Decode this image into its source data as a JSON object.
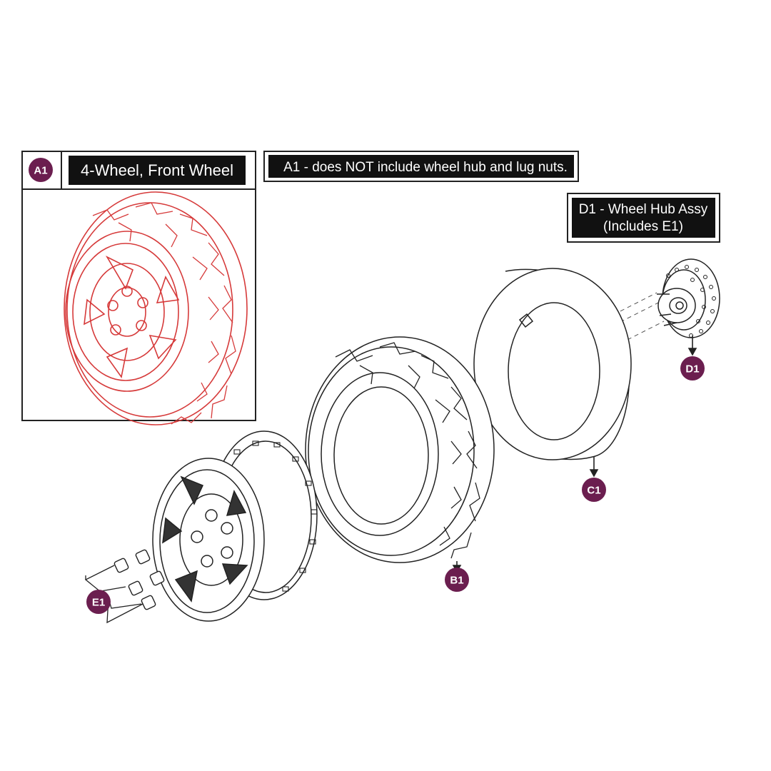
{
  "inset": {
    "badge": "A1",
    "title": "4-Wheel, Front Wheel"
  },
  "notes": {
    "a1_note": "A1 - does NOT include wheel hub and lug nuts.",
    "d1_line1": "D1 - Wheel Hub Assy",
    "d1_line2": "(Includes E1)"
  },
  "callouts": {
    "b1": "B1",
    "c1": "C1",
    "d1": "D1",
    "e1": "E1"
  },
  "colors": {
    "badge": "#6b1e4f",
    "highlight": "#d63a3a",
    "line": "#1a1a1a",
    "label_bg": "#111111"
  }
}
